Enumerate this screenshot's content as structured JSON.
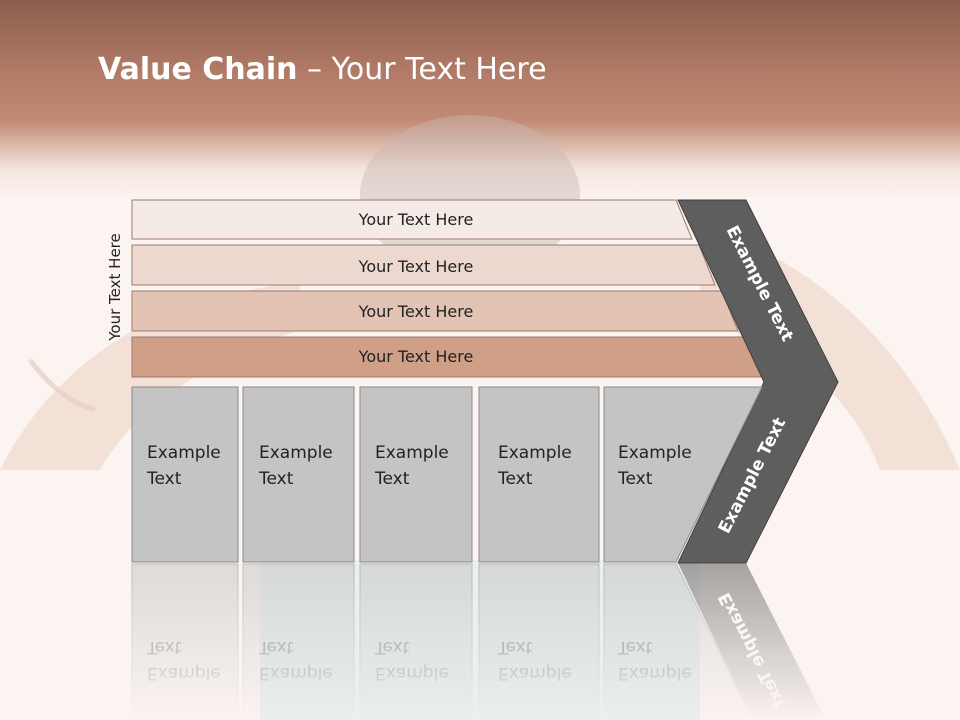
{
  "title": {
    "bold": "Value Chain",
    "rest": " – Your Text Here"
  },
  "side_label": "Your Text Here",
  "bars": [
    "Your Text Here",
    "Your Text Here",
    "Your Text Here",
    "Your Text Here"
  ],
  "boxes": [
    [
      "Example",
      "Text"
    ],
    [
      "Example",
      "Text"
    ],
    [
      "Example",
      "Text"
    ],
    [
      "Example",
      "Text"
    ],
    [
      "Example",
      "Text"
    ]
  ],
  "chevron_labels": [
    "Example Text",
    "Example Text"
  ],
  "colors": {
    "bar1": "#f5ebe6",
    "bar2": "#edd8d0",
    "bar3": "#e2c3b4",
    "bar4": "#d09f88",
    "box": "#c4c4c4",
    "chevron": "#5e5e5e"
  }
}
